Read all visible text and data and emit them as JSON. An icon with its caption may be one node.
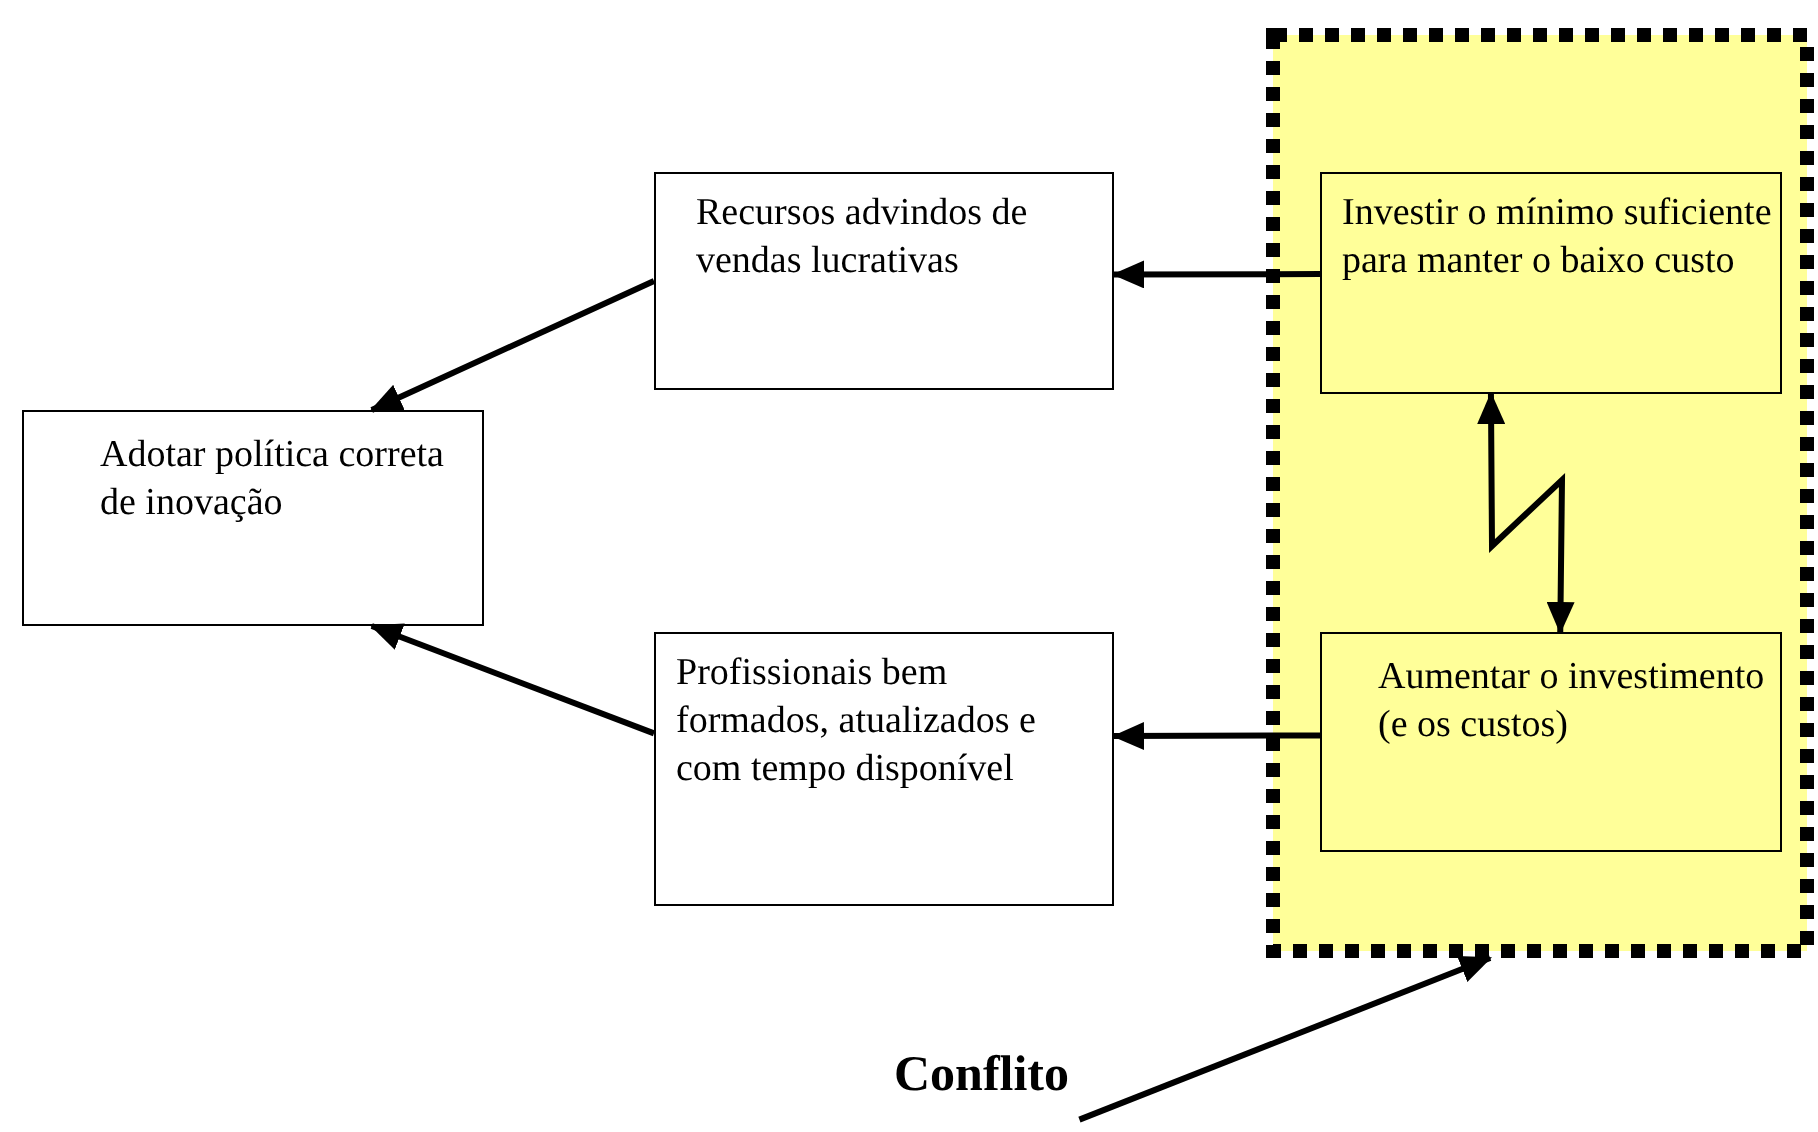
{
  "diagram": {
    "nodes": [
      {
        "text": [
          "Adotar política correta de inovação"
        ]
      },
      {
        "text": [
          "Recursos advindos de vendas lucrativas"
        ]
      },
      {
        "text": [
          "Profissionais bem formados, atualizados e com tempo disponível"
        ]
      },
      {
        "text": [],
        "shape": "box"
      },
      {
        "text": [
          "Investir o mínimo suficiente para manter o baixo custo"
        ],
        "in": 3
      },
      {
        "text": [
          "Aumentar o investimento (e os  custos)"
        ],
        "in": 3
      },
      {
        "text": [
          "Conflito"
        ]
      }
    ],
    "edges": [
      {
        "from": 1,
        "to": 0,
        "arrow": "to"
      },
      {
        "from": 2,
        "to": 0,
        "arrow": "to"
      },
      {
        "from": 4,
        "to": 1,
        "arrow": "to"
      },
      {
        "from": 5,
        "to": 2,
        "arrow": "to"
      },
      {
        "from": 4,
        "to": 5,
        "arrow": "both"
      },
      {
        "from": 6,
        "to": 3,
        "arrow": "to"
      }
    ]
  }
}
